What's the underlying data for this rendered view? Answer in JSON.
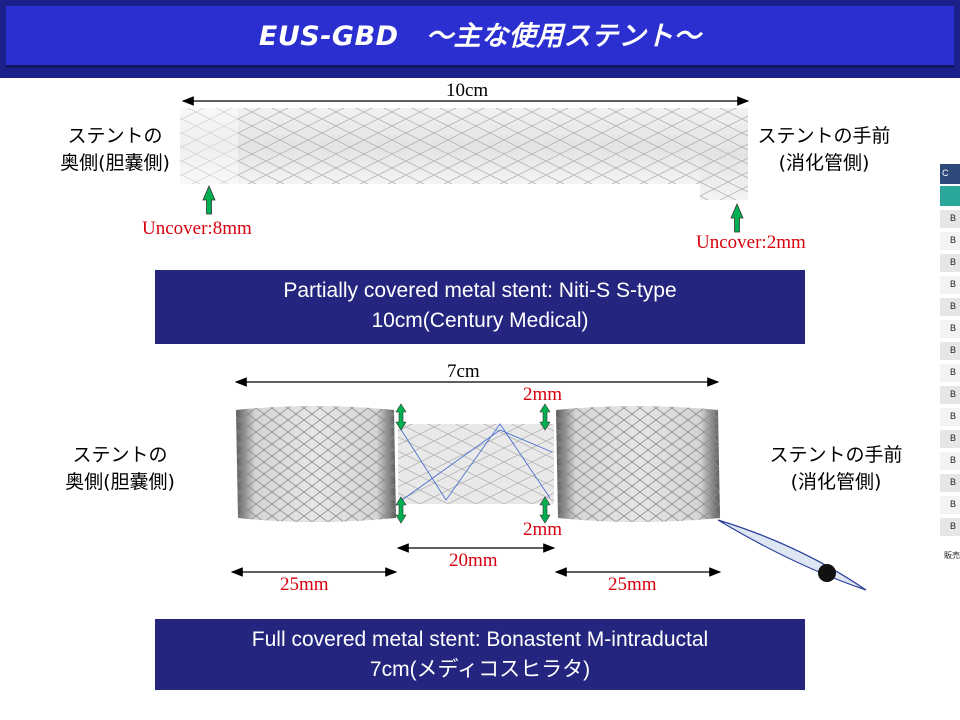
{
  "header": {
    "title": "EUS-GBD　～主な使用ステント～"
  },
  "top": {
    "length": "10cm",
    "left_label_line1": "ステントの",
    "left_label_line2": "奥側(胆嚢側)",
    "right_label_line1": "ステントの手前",
    "right_label_line2": "(消化管側)",
    "uncover_left": "Uncover:8mm",
    "uncover_right": "Uncover:2mm",
    "caption_line1": "Partially covered metal stent: Niti-S S-type",
    "caption_line2": "10cm(Century Medical)"
  },
  "bottom": {
    "length": "7cm",
    "gap_top": "2mm",
    "gap_bottom": "2mm",
    "left_label_line1": "ステントの",
    "left_label_line2": "奥側(胆嚢側)",
    "right_label_line1": "ステントの手前",
    "right_label_line2": "(消化管側)",
    "center_len": "20mm",
    "left_len": "25mm",
    "right_len": "25mm",
    "caption_line1": "Full covered metal stent: Bonastent M-intraductal",
    "caption_line2": "7cm(メディコスヒラタ)"
  },
  "side_panel": {
    "header": "C",
    "rows": [
      "B",
      "B",
      "B",
      "B",
      "B",
      "B",
      "B",
      "B",
      "B",
      "B",
      "B",
      "B",
      "B",
      "B",
      "B"
    ],
    "footer": "販売"
  },
  "colors": {
    "title_bg": "#2b2fd0",
    "caption_bg": "#24257f",
    "dimension_red": "#d8000c",
    "arrow_green": "#00b050",
    "side_header": "#2e4a7a",
    "side_teal": "#2aa69b"
  }
}
